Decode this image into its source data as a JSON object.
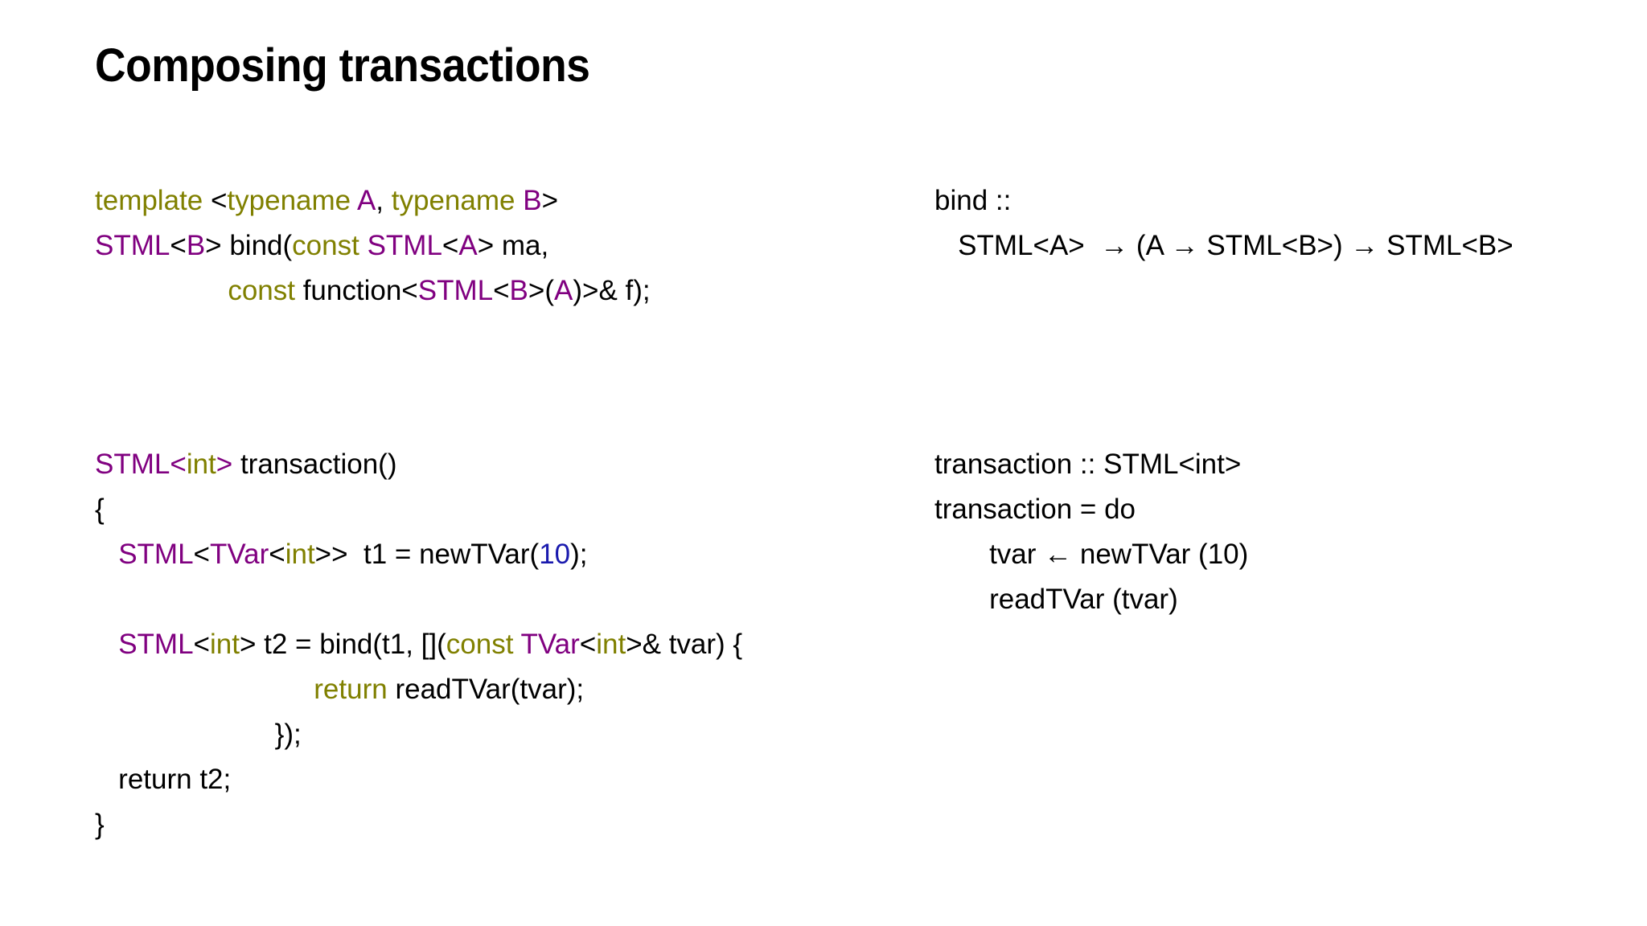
{
  "slide": {
    "title": "Composing transactions",
    "background": "#ffffff",
    "colors": {
      "keyword": "#808000",
      "type": "#800080",
      "number": "#1a1aae",
      "plain": "#000000",
      "title": "#000000"
    }
  },
  "left_column": {
    "signature_block": {
      "lines": [
        {
          "id": "tmpl-line-1",
          "tokens": [
            {
              "t": "template",
              "c": "kw"
            },
            {
              "t": " <",
              "c": "pl"
            },
            {
              "t": "typename",
              "c": "kw"
            },
            {
              "t": " ",
              "c": "pl"
            },
            {
              "t": "A",
              "c": "ty"
            },
            {
              "t": ", ",
              "c": "pl"
            },
            {
              "t": "typename",
              "c": "kw"
            },
            {
              "t": " ",
              "c": "pl"
            },
            {
              "t": "B",
              "c": "ty"
            },
            {
              "t": ">",
              "c": "pl"
            }
          ]
        },
        {
          "id": "tmpl-line-2",
          "tokens": [
            {
              "t": "STML",
              "c": "ty"
            },
            {
              "t": "<",
              "c": "pl"
            },
            {
              "t": "B",
              "c": "ty"
            },
            {
              "t": "> bind(",
              "c": "pl"
            },
            {
              "t": "const",
              "c": "kw"
            },
            {
              "t": " ",
              "c": "pl"
            },
            {
              "t": "STML",
              "c": "ty"
            },
            {
              "t": "<",
              "c": "pl"
            },
            {
              "t": "A",
              "c": "ty"
            },
            {
              "t": "> ma,",
              "c": "pl"
            }
          ]
        },
        {
          "id": "tmpl-line-3",
          "tokens": [
            {
              "t": "                 ",
              "c": "pl"
            },
            {
              "t": "const",
              "c": "kw"
            },
            {
              "t": " function<",
              "c": "pl"
            },
            {
              "t": "STML",
              "c": "ty"
            },
            {
              "t": "<",
              "c": "pl"
            },
            {
              "t": "B",
              "c": "ty"
            },
            {
              "t": ">(",
              "c": "pl"
            },
            {
              "t": "A",
              "c": "ty"
            },
            {
              "t": ")>& f);",
              "c": "pl"
            }
          ]
        }
      ]
    },
    "implementation_block": {
      "lines": [
        {
          "id": "impl-line-1",
          "tokens": [
            {
              "t": "STML",
              "c": "ty"
            },
            {
              "t": "<",
              "c": "ty"
            },
            {
              "t": "int",
              "c": "kw"
            },
            {
              "t": ">",
              "c": "ty"
            },
            {
              "t": " transaction()",
              "c": "pl"
            }
          ]
        },
        {
          "id": "impl-line-2",
          "tokens": [
            {
              "t": "{",
              "c": "pl"
            }
          ]
        },
        {
          "id": "impl-line-3",
          "tokens": [
            {
              "t": "   ",
              "c": "pl"
            },
            {
              "t": "STML",
              "c": "ty"
            },
            {
              "t": "<",
              "c": "pl"
            },
            {
              "t": "TVar",
              "c": "ty"
            },
            {
              "t": "<",
              "c": "pl"
            },
            {
              "t": "int",
              "c": "kw"
            },
            {
              "t": ">>  t1 = newTVar(",
              "c": "pl"
            },
            {
              "t": "10",
              "c": "num"
            },
            {
              "t": ");",
              "c": "pl"
            }
          ]
        },
        {
          "id": "impl-line-4",
          "tokens": [
            {
              "t": "",
              "c": "pl"
            }
          ]
        },
        {
          "id": "impl-line-5",
          "tokens": [
            {
              "t": "   ",
              "c": "pl"
            },
            {
              "t": "STML",
              "c": "ty"
            },
            {
              "t": "<",
              "c": "pl"
            },
            {
              "t": "int",
              "c": "kw"
            },
            {
              "t": "> t2 = bind(t1, [](",
              "c": "pl"
            },
            {
              "t": "const",
              "c": "kw"
            },
            {
              "t": " ",
              "c": "pl"
            },
            {
              "t": "TVar",
              "c": "ty"
            },
            {
              "t": "<",
              "c": "pl"
            },
            {
              "t": "int",
              "c": "kw"
            },
            {
              "t": ">& tvar) {",
              "c": "pl"
            }
          ]
        },
        {
          "id": "impl-line-6",
          "tokens": [
            {
              "t": "                            ",
              "c": "pl"
            },
            {
              "t": "return",
              "c": "kw"
            },
            {
              "t": " readTVar(tvar);",
              "c": "pl"
            }
          ]
        },
        {
          "id": "impl-line-7",
          "tokens": [
            {
              "t": "                       });",
              "c": "pl"
            }
          ]
        },
        {
          "id": "impl-line-8",
          "tokens": [
            {
              "t": "   return t2;",
              "c": "pl"
            }
          ]
        },
        {
          "id": "impl-line-9",
          "tokens": [
            {
              "t": "}",
              "c": "pl"
            }
          ]
        }
      ]
    }
  },
  "right_column": {
    "signature_block": {
      "lines": [
        "bind ::",
        "   STML<A>  → (A → STML<B>) → STML<B>"
      ]
    },
    "implementation_block": {
      "lines": [
        "transaction :: STML<int>",
        "transaction = do",
        "       tvar ← newTVar (10)",
        "       readTVar (tvar)"
      ]
    }
  }
}
